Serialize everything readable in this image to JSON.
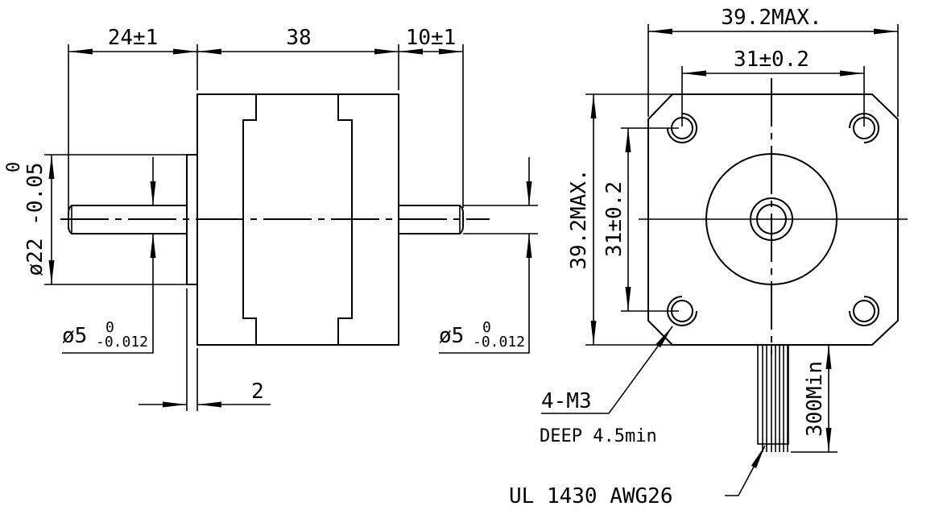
{
  "drawing": {
    "type": "stepper motor dimension drawing",
    "side_view": {
      "dims": {
        "front_shaft_length": "24±1",
        "body_length": "38",
        "rear_shaft_length": "10±1",
        "boss_thickness": "2",
        "boss_diameter_main": "ø22 -0.05",
        "boss_diameter_tol_upper": "0",
        "front_shaft_diameter_main": "ø5",
        "front_shaft_tol_upper": "0",
        "front_shaft_tol_lower": "-0.012",
        "rear_shaft_diameter_main": "ø5",
        "rear_shaft_tol_upper": "0",
        "rear_shaft_tol_lower": "-0.012"
      }
    },
    "front_view": {
      "dims": {
        "width": "39.2MAX.",
        "hole_spacing_h": "31±0.2",
        "height": "39.2MAX.",
        "hole_spacing_v": "31±0.2",
        "lead_length": "300Min"
      },
      "notes": {
        "holes": "4-M3",
        "hole_depth": "DEEP 4.5min",
        "wire": "UL 1430 AWG26"
      }
    }
  }
}
